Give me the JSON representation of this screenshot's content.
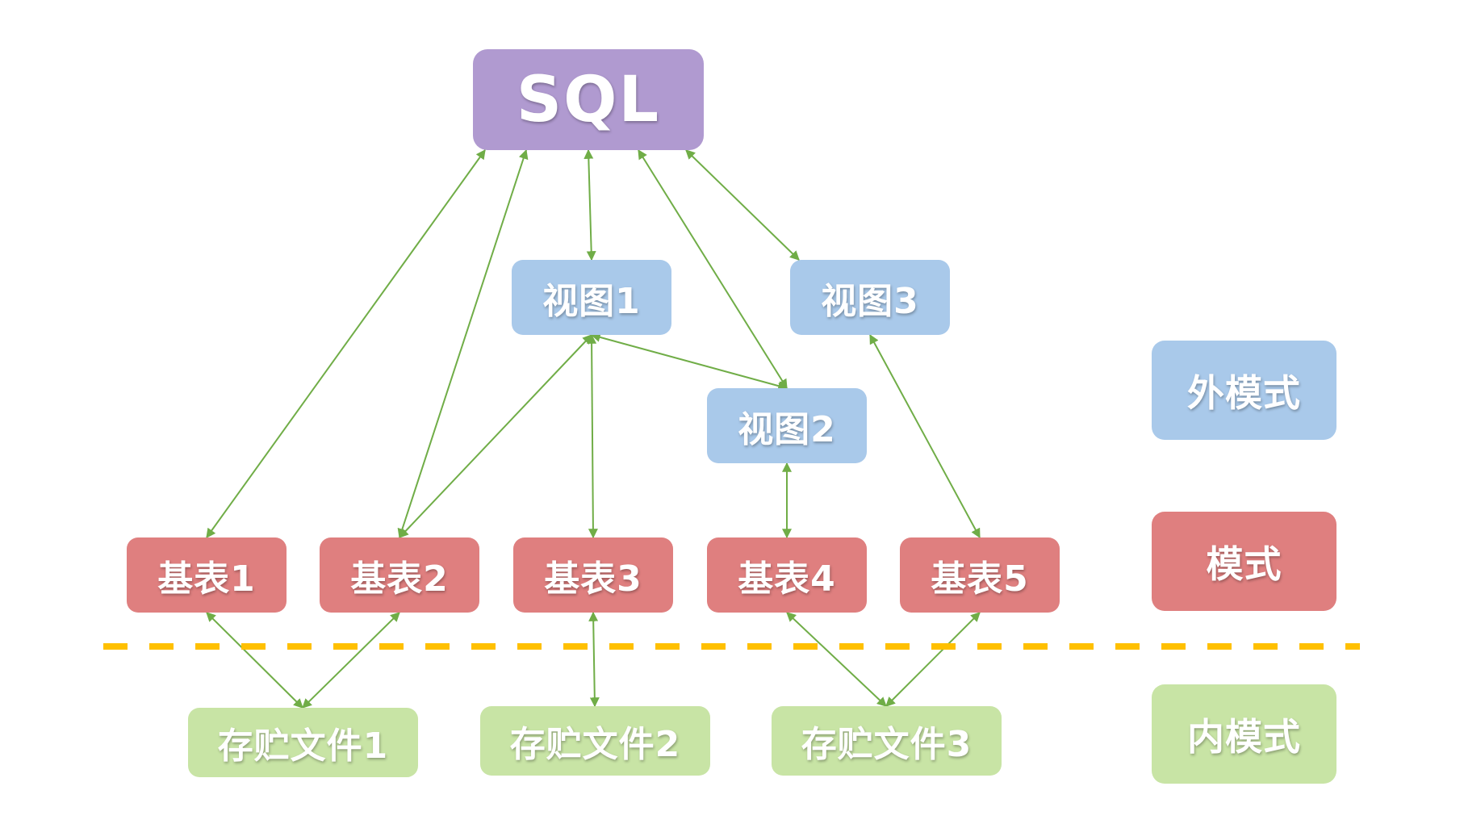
{
  "nodes": {
    "sql": "SQL",
    "view1": "视图1",
    "view2": "视图2",
    "view3": "视图3",
    "table1": "基表1",
    "table2": "基表2",
    "table3": "基表3",
    "table4": "基表4",
    "table5": "基表5",
    "file1": "存贮文件1",
    "file2": "存贮文件2",
    "file3": "存贮文件3"
  },
  "legend": {
    "external": "外模式",
    "schema": "模式",
    "internal": "内模式"
  },
  "edges": [
    [
      "sql",
      "table1"
    ],
    [
      "sql",
      "table2"
    ],
    [
      "sql",
      "view1"
    ],
    [
      "sql",
      "view2"
    ],
    [
      "sql",
      "view3"
    ],
    [
      "view1",
      "table2"
    ],
    [
      "view1",
      "table3"
    ],
    [
      "view1",
      "view2"
    ],
    [
      "view2",
      "table4"
    ],
    [
      "view3",
      "table5"
    ],
    [
      "table1",
      "file1"
    ],
    [
      "table2",
      "file1"
    ],
    [
      "table3",
      "file2"
    ],
    [
      "table4",
      "file3"
    ],
    [
      "table5",
      "file3"
    ]
  ],
  "colors": {
    "sql": "#b09ad0",
    "external": "#a9c9ea",
    "schema": "#df7f7f",
    "internal": "#c8e4a5",
    "edge": "#70ad47",
    "separator": "#ffc000"
  }
}
